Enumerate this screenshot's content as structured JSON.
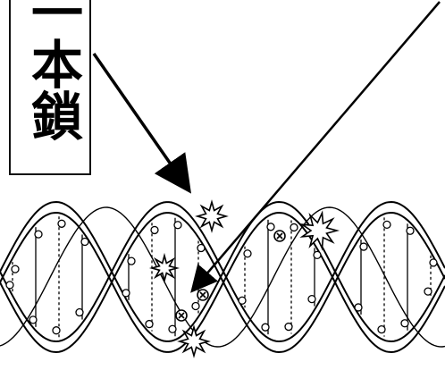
{
  "label": {
    "text": "一本鎖"
  },
  "colors": {
    "ink": "#000000",
    "paper": "#ffffff"
  },
  "diagram": {
    "strand_label_vertical": "一本鎖",
    "damage_marker": "starburst",
    "base_symbols": [
      "circle-bond",
      "x-bond"
    ]
  }
}
